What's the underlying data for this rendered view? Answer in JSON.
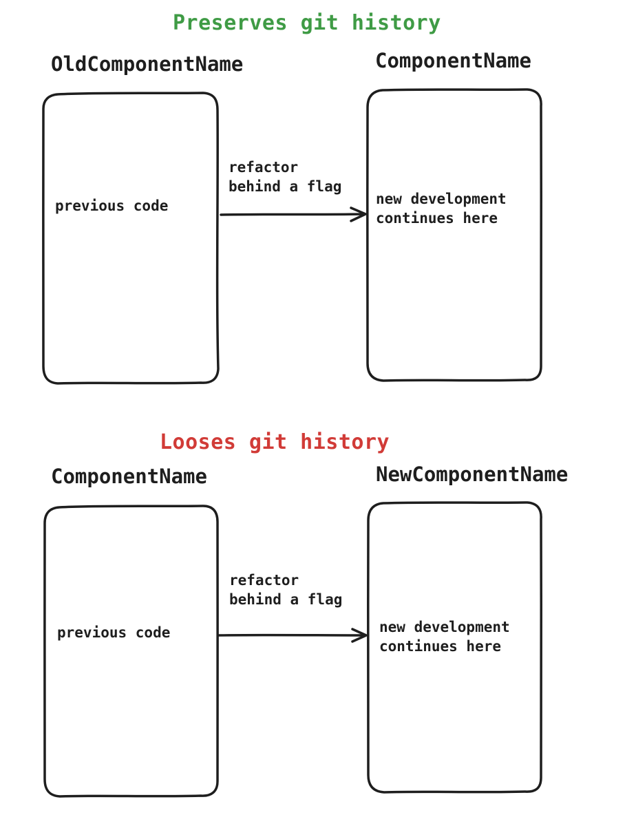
{
  "colors": {
    "preserves": "#3f9b45",
    "looses": "#d13b37",
    "ink": "#1e1e1e"
  },
  "top": {
    "title": "Preserves git history",
    "left_name": "OldComponentName",
    "right_name": "ComponentName",
    "left_text": "previous code",
    "arrow_line1": "refactor",
    "arrow_line2": "behind a flag",
    "right_line1": "new development",
    "right_line2": "continues here"
  },
  "bottom": {
    "title": "Looses git history",
    "left_name": "ComponentName",
    "right_name": "NewComponentName",
    "left_text": "previous code",
    "arrow_line1": "refactor",
    "arrow_line2": "behind a flag",
    "right_line1": "new development",
    "right_line2": "continues here"
  }
}
